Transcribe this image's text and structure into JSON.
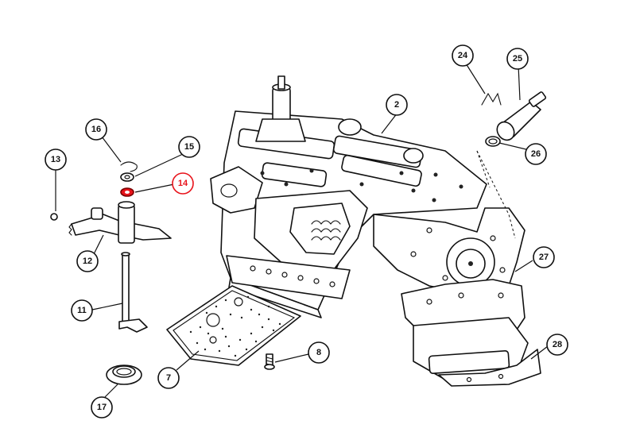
{
  "diagram": {
    "highlight_color": "#e8131b",
    "line_color": "#111111",
    "callouts": [
      {
        "id": "c24",
        "label": "24",
        "highlighted": false
      },
      {
        "id": "c25",
        "label": "25",
        "highlighted": false
      },
      {
        "id": "c2",
        "label": "2",
        "highlighted": false
      },
      {
        "id": "c16",
        "label": "16",
        "highlighted": false
      },
      {
        "id": "c15",
        "label": "15",
        "highlighted": false
      },
      {
        "id": "c13",
        "label": "13",
        "highlighted": false
      },
      {
        "id": "c14",
        "label": "14",
        "highlighted": true
      },
      {
        "id": "c26",
        "label": "26",
        "highlighted": false
      },
      {
        "id": "c12",
        "label": "12",
        "highlighted": false
      },
      {
        "id": "c27",
        "label": "27",
        "highlighted": false
      },
      {
        "id": "c11",
        "label": "11",
        "highlighted": false
      },
      {
        "id": "c28",
        "label": "28",
        "highlighted": false
      },
      {
        "id": "c8",
        "label": "8",
        "highlighted": false
      },
      {
        "id": "c7",
        "label": "7",
        "highlighted": false
      },
      {
        "id": "c17",
        "label": "17",
        "highlighted": false
      }
    ]
  }
}
